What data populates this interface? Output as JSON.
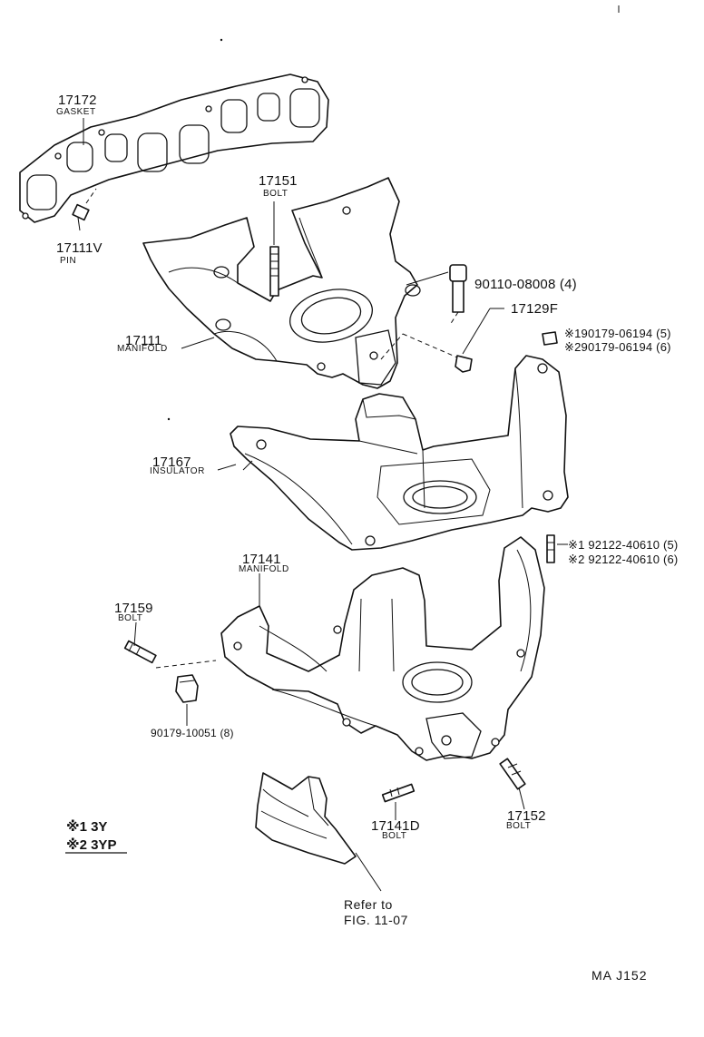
{
  "figure_code": "MA  J152",
  "notes": {
    "note1": "※1 3Y",
    "note2": "※2 3YP"
  },
  "refer": {
    "line1": "Refer to",
    "line2": "FIG. 11-07"
  },
  "labels": {
    "gasket_num": "17172",
    "gasket_name": "GASKET",
    "pin_num": "17111V",
    "pin_name": "PIN",
    "bolt17151_num": "17151",
    "bolt17151_name": "BOLT",
    "screw_num": "90110-08008 (4)",
    "p17129f_num": "17129F",
    "nut_a": "※190179-06194 (5)",
    "nut_b": "※290179-06194 (6)",
    "manifold17111_num": "17111",
    "manifold17111_name": "MANIFOLD",
    "insulator_num": "17167",
    "insulator_name": "INSULATOR",
    "manifold17141_num": "17141",
    "manifold17141_name": "MANIFOLD",
    "stud_a": "※1 92122-40610 (5)",
    "stud_b": "※2 92122-40610 (6)",
    "bolt17159_num": "17159",
    "bolt17159_name": "BOLT",
    "nut10051": "90179-10051 (8)",
    "bolt17141d_num": "17141D",
    "bolt17141d_name": "BOLT",
    "bolt17152_num": "17152",
    "bolt17152_name": "BOLT"
  }
}
